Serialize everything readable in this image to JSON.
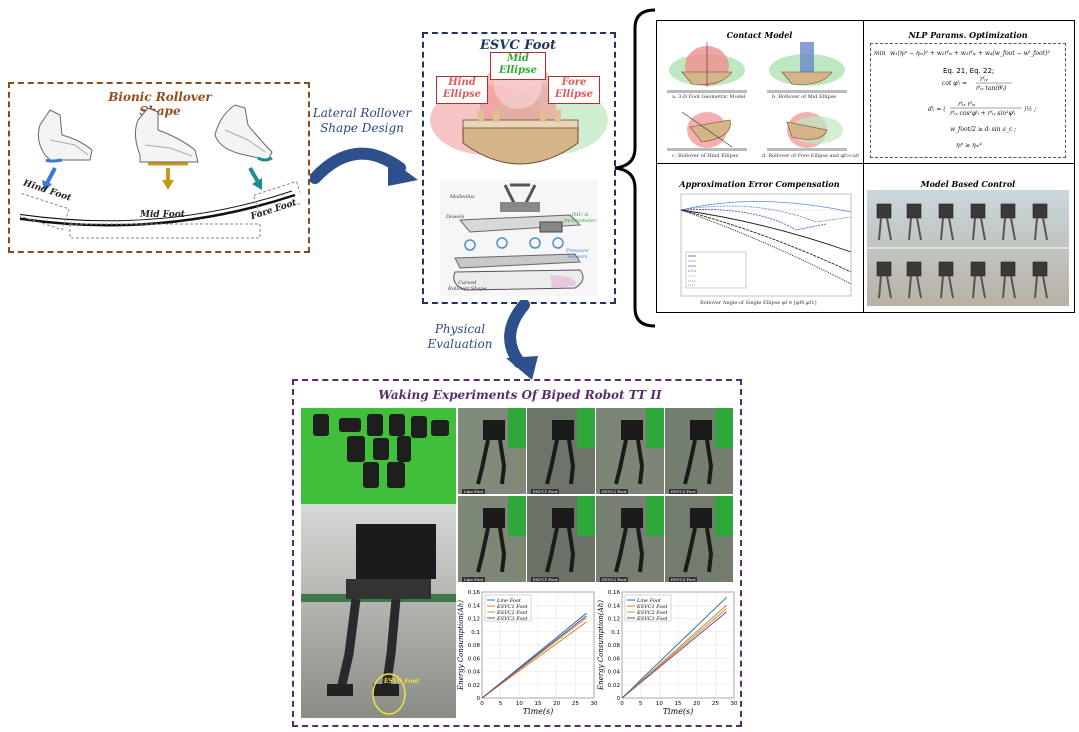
{
  "bionic": {
    "title": "Bionic Rollover Shape",
    "hind": "Hind Foot",
    "mid": "Mid Foot",
    "fore": "Fore Foot"
  },
  "arrow1": {
    "line1": "Lateral Rollover",
    "line2": "Shape Design"
  },
  "esvc": {
    "title": "ESVC Foot",
    "mid_line1": "Mid",
    "mid_line2": "Ellipse",
    "hind_line1": "Hind",
    "hind_line2": "Ellipse",
    "fore_line1": "Fore",
    "fore_line2": "Ellipse",
    "malleolus": "Malleolus",
    "dowels": "Dowels",
    "imu_line1": "IMU &",
    "imu_line2": "Inclinometer",
    "pressure_line1": "Pressure",
    "pressure_line2": "Sensors",
    "carved_line1": "Carved",
    "carved_line2": "Rollover Shape"
  },
  "right_panels": {
    "contact_title": "Contact Model",
    "nlp_title": "NLP Params. Optimization",
    "approx_title": "Approximation Error Compensation",
    "control_title": "Model Based Control",
    "captions": [
      "a. 3-D Foot Geometric Model",
      "b. Rollover of Mid Ellipse",
      "c. Rollover of Hind Ellipse",
      "d. Rollover of Fore Ellipse and φf>ca0"
    ],
    "eq_ref": "Eq. 21, Eq. 22;",
    "x_axis_label": "Rollover Angle of Single Ellipse φf ∈ [φf0,φf1]"
  },
  "arrow2": {
    "line1": "Physical",
    "line2": "Evaluation"
  },
  "walking": {
    "title": "Waking Experiments Of Biped Robot TT II",
    "esvc_label": "ESVC Foot",
    "photo_tags": [
      "Line Foot",
      "ESVC1 Foot",
      "ESVC2 Foot",
      "ESVC3 Foot"
    ]
  },
  "chart_data": [
    {
      "type": "line",
      "xlabel": "Time(s)",
      "ylabel": "Energy Consumption(Ah)",
      "xlim": [
        0,
        30
      ],
      "ylim": [
        0,
        0.16
      ],
      "x_ticks": [
        "0",
        "5",
        "10",
        "15",
        "20",
        "25",
        "30"
      ],
      "y_ticks": [
        "0",
        "0.02",
        "0.04",
        "0.06",
        "0.08",
        "0.1",
        "0.12",
        "0.14",
        "0.16"
      ],
      "legend": "top-left",
      "x": [
        0,
        28
      ],
      "series": [
        {
          "name": "Line Foot",
          "color": "#1f77b4",
          "values": [
            0,
            0.128
          ]
        },
        {
          "name": "ESVC1 Foot",
          "color": "#d9822b",
          "values": [
            0,
            0.115
          ]
        },
        {
          "name": "ESVC2 Foot",
          "color": "#b8a030",
          "values": [
            0,
            0.121
          ]
        },
        {
          "name": "ESVC3 Foot",
          "color": "#7b3fa0",
          "values": [
            0,
            0.124
          ]
        }
      ]
    },
    {
      "type": "line",
      "xlabel": "Time(s)",
      "ylabel": "Energy Consumption(Ah)",
      "xlim": [
        0,
        30
      ],
      "ylim": [
        0,
        0.16
      ],
      "x_ticks": [
        "0",
        "5",
        "10",
        "15",
        "20",
        "25",
        "30"
      ],
      "y_ticks": [
        "0",
        "0.02",
        "0.04",
        "0.06",
        "0.08",
        "0.1",
        "0.12",
        "0.14",
        "0.16"
      ],
      "legend": "top-left",
      "x": [
        0,
        28
      ],
      "series": [
        {
          "name": "Line Foot",
          "color": "#1f77b4",
          "values": [
            0,
            0.152
          ]
        },
        {
          "name": "ESVC1 Foot",
          "color": "#d9822b",
          "values": [
            0,
            0.14
          ]
        },
        {
          "name": "ESVC2 Foot",
          "color": "#b8a030",
          "values": [
            0,
            0.135
          ]
        },
        {
          "name": "ESVC3 Foot",
          "color": "#7b3fa0",
          "values": [
            0,
            0.13
          ]
        }
      ]
    }
  ]
}
